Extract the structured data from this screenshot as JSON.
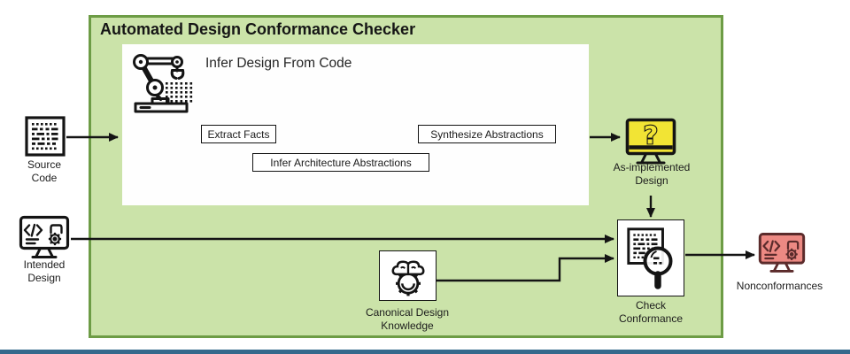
{
  "diagram": {
    "title": "Automated Design Conformance Checker",
    "inner": {
      "title": "Infer Design From Code",
      "steps": [
        "Extract Facts",
        "Synthesize Abstractions",
        "Infer Architecture Abstractions"
      ]
    },
    "nodes": {
      "source_code": "Source\nCode",
      "intended_design": "Intended\nDesign",
      "as_implemented_design": "As-implemented\nDesign",
      "check_conformance": "Check\nConformance",
      "canonical_design_knowledge": "Canonical Design\nKnowledge",
      "nonconformances": "Nonconformances"
    },
    "colors": {
      "container_border": "#6d9c45",
      "container_fill": "#cbe3a9",
      "as_implemented_fill": "#f2e434",
      "nonconformances_fill": "#ec8983",
      "nonconformances_stroke": "#5b2b2b",
      "ink": "#141414",
      "footer_bar": "#35698c"
    }
  }
}
